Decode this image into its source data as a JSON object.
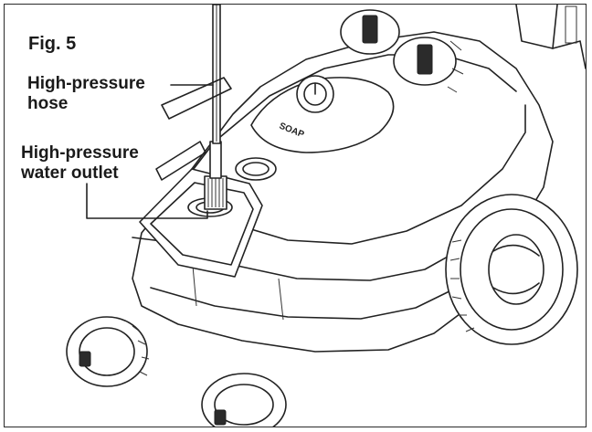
{
  "figure": {
    "title": "Fig. 5",
    "labels": {
      "hose": [
        "High-pressure",
        "hose"
      ],
      "outlet": [
        "High-pressure",
        "water outlet"
      ]
    },
    "dial_text": {
      "soap": "SOAP"
    }
  },
  "colors": {
    "ink": "#222222",
    "paper": "#ffffff"
  },
  "icons": [
    "pressure-washer-illustration",
    "soap-dial-icon",
    "pressure-knob-icon",
    "wheel-icon",
    "caster-wheel-icon"
  ]
}
